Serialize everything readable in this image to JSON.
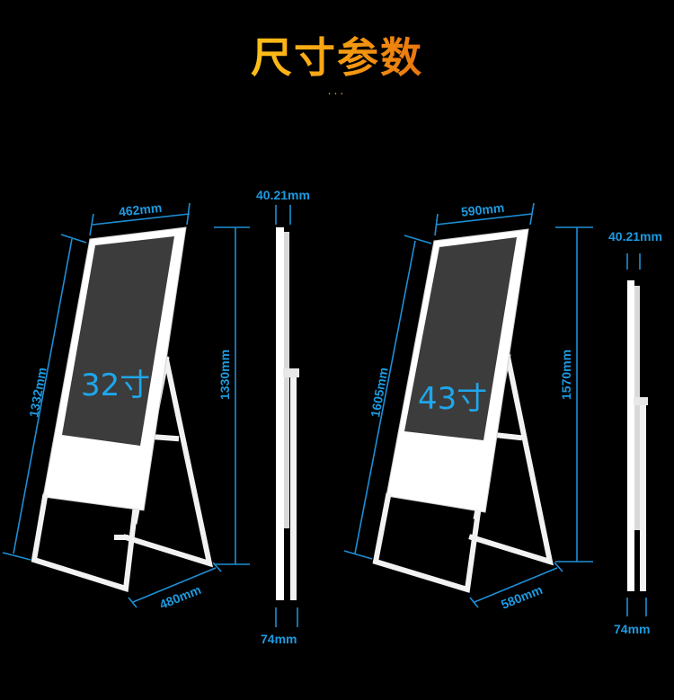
{
  "title": "尺寸参数",
  "decoration_dots": "...",
  "colors": {
    "title_start": "#ffc21a",
    "title_end": "#e8730f",
    "dimension": "#1e8fd6",
    "background": "#000000"
  },
  "models": [
    {
      "size_label": "32寸",
      "width": "462mm",
      "diagonal_height": "1332mm",
      "height": "1330mm",
      "depth_base": "480mm",
      "thickness": "40.21mm",
      "leg_width": "74mm"
    },
    {
      "size_label": "43寸",
      "width": "590mm",
      "diagonal_height": "1605mm",
      "height": "1570mm",
      "depth_base": "580mm",
      "thickness": "40.21mm",
      "leg_width": "74mm"
    }
  ]
}
